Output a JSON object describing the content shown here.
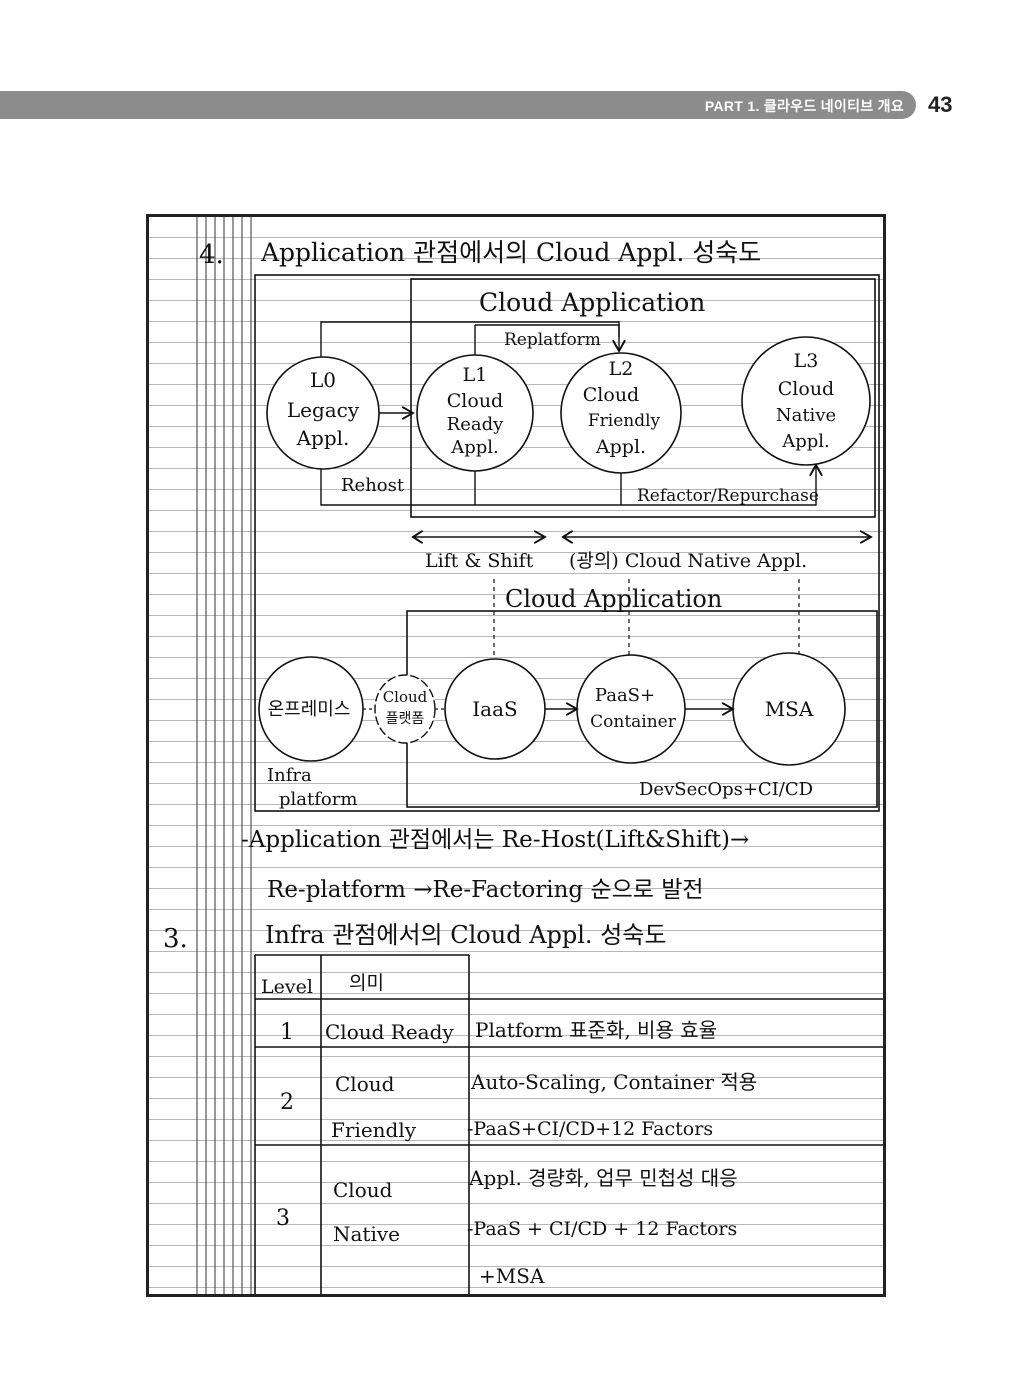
{
  "header": {
    "running_title": "PART 1. 클라우드 네이티브 개요",
    "page_number": "43"
  },
  "section4": {
    "number": "4.",
    "title": "Application 관점에서의 Cloud Appl. 성숙도",
    "diagram1": {
      "box_title": "Cloud Application",
      "replatform": "Replatform",
      "rehost": "Rehost",
      "refactor": "Refactor/Repurchase",
      "circles": [
        {
          "level": "L0",
          "lines": [
            "Legacy",
            "Appl."
          ]
        },
        {
          "level": "L1",
          "lines": [
            "Cloud",
            "Ready",
            "Appl."
          ]
        },
        {
          "level": "L2",
          "lines": [
            "Cloud",
            "Friendly",
            "Appl."
          ]
        },
        {
          "level": "L3",
          "lines": [
            "Cloud",
            "Native",
            "Appl."
          ]
        }
      ]
    },
    "ranges": {
      "lift_shift": "Lift & Shift",
      "native": "(광의) Cloud Native Appl."
    },
    "diagram2": {
      "box_title": "Cloud Application",
      "onprem": "온프레미스",
      "cloud_platform": [
        "Cloud",
        "플랫폼"
      ],
      "iaas": "IaaS",
      "paas": [
        "PaaS+",
        "Container"
      ],
      "msa": "MSA",
      "infra_platform": [
        "Infra",
        "platform"
      ],
      "devsecops": "DevSecOps+CI/CD"
    },
    "summary": [
      "-Application 관점에서는 Re-Host(Lift&Shift)→",
      "Re-platform →Re-Factoring 순으로 발전"
    ]
  },
  "section3": {
    "number": "3.",
    "title": "Infra 관점에서의 Cloud Appl. 성숙도",
    "table": {
      "headers": [
        "Level",
        "의미",
        ""
      ],
      "rows": [
        {
          "level": "1",
          "meaning": [
            "Cloud Ready"
          ],
          "details": [
            "Platform 표준화, 비용 효율"
          ]
        },
        {
          "level": "2",
          "meaning": [
            "Cloud",
            "Friendly"
          ],
          "details": [
            "Auto-Scaling, Container 적용",
            "-PaaS+CI/CD+12 Factors"
          ]
        },
        {
          "level": "3",
          "meaning": [
            "Cloud",
            "Native"
          ],
          "details": [
            "Appl. 경량화, 업무 민첩성 대응",
            "-PaaS + CI/CD + 12 Factors",
            "+MSA"
          ]
        }
      ]
    }
  }
}
